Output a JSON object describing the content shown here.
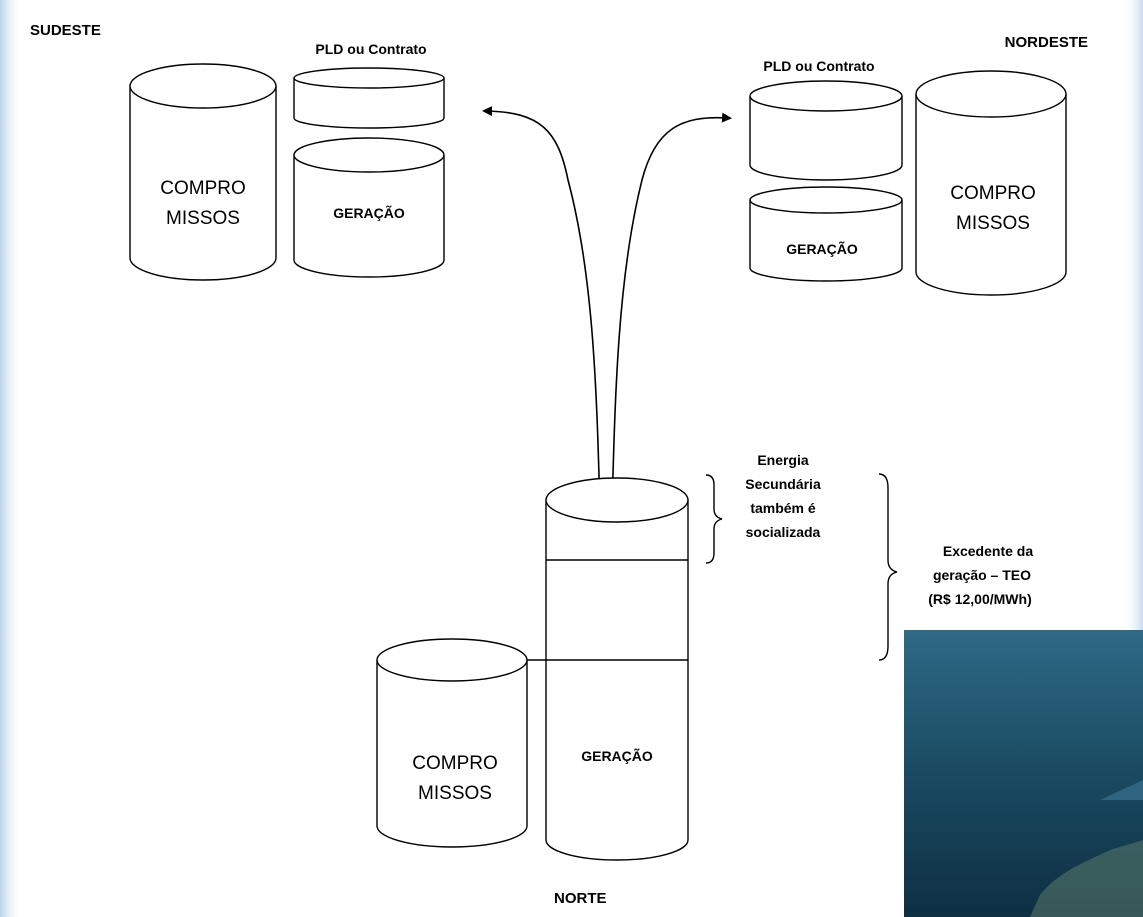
{
  "regions": {
    "sudeste": "SUDESTE",
    "nordeste": "NORDESTE",
    "norte": "NORTE"
  },
  "sudeste": {
    "pld_label": "PLD ou Contrato",
    "compromissos_line1": "COMPRO",
    "compromissos_line2": "MISSOS",
    "geracao": "GERAÇÃO"
  },
  "nordeste": {
    "pld_label": "PLD ou Contrato",
    "compromissos_line1": "COMPRO",
    "compromissos_line2": "MISSOS",
    "geracao": "GERAÇÃO"
  },
  "norte": {
    "compromissos_line1": "COMPRO",
    "compromissos_line2": "MISSOS",
    "geracao": "GERAÇÃO"
  },
  "annotations": {
    "secundaria": [
      "Energia",
      "Secundária",
      "também é",
      "socializada"
    ],
    "excedente": [
      "Excedente da",
      "geração – TEO",
      "(R$ 12,00/MWh)"
    ]
  },
  "colors": {
    "stroke": "#000000",
    "background": "#ffffff",
    "edge_tint": "#cfe0f0",
    "photo_dark": "#0f3347",
    "photo_mid": "#2b6580"
  }
}
